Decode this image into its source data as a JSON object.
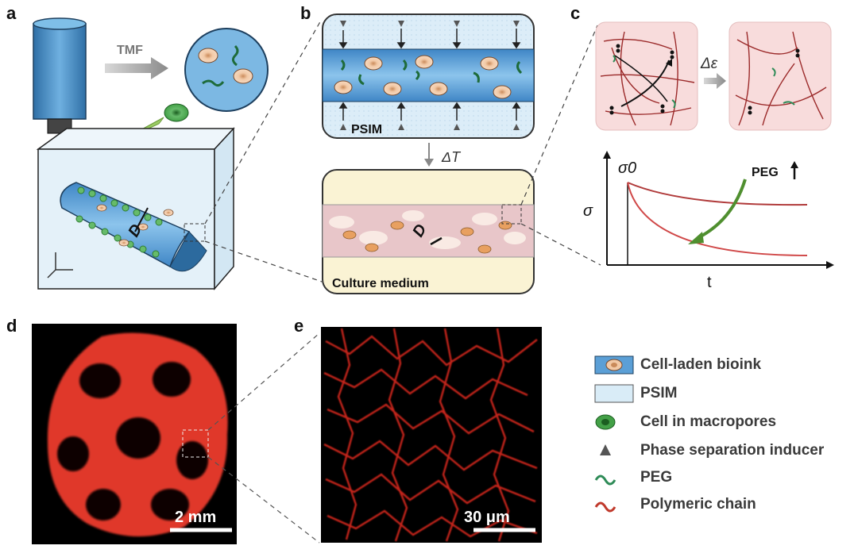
{
  "panels": {
    "a": "a",
    "b": "b",
    "c": "c",
    "d": "d",
    "e": "e"
  },
  "panel_a": {
    "tmf_label": "TMF",
    "d_symbol": "D"
  },
  "panel_b": {
    "psim_label": "PSIM",
    "delta_t": "ΔT",
    "culture_label": "Culture medium",
    "d_symbol": "D"
  },
  "panel_c": {
    "delta_eps": "Δε",
    "sigma0": "σ0",
    "sigma_axis": "σ",
    "t_axis": "t",
    "peg_label": "PEG"
  },
  "panel_d": {
    "scale": "2 mm"
  },
  "panel_e": {
    "scale": "30 μm"
  },
  "legend": {
    "items": [
      {
        "label": "Cell-laden bioink"
      },
      {
        "label": "PSIM"
      },
      {
        "label": "Cell in macropores"
      },
      {
        "label": "Phase separation inducer"
      },
      {
        "label": "PEG"
      },
      {
        "label": "Polymeric chain"
      }
    ]
  },
  "colors": {
    "bioink_blue": "#5b9fd6",
    "psim": "#d9ecf7",
    "cell_green": "#4caf50",
    "chain_red": "#c0392b",
    "peg_green": "#2e8b57"
  }
}
